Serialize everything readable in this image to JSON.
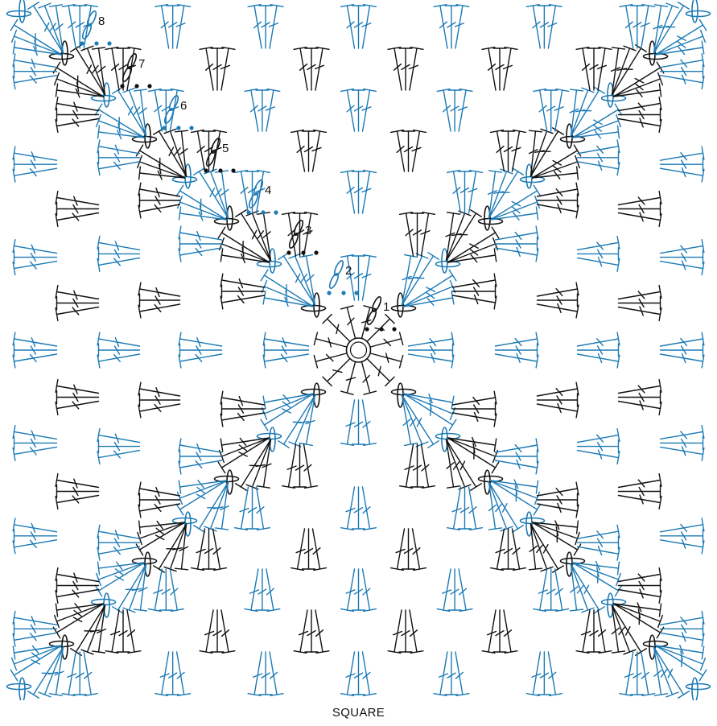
{
  "caption": "SQUARE",
  "rounds": [
    {
      "label": "1",
      "color": "#111111"
    },
    {
      "label": "2",
      "color": "#1c7ab5"
    },
    {
      "label": "3",
      "color": "#111111"
    },
    {
      "label": "4",
      "color": "#1c7ab5"
    },
    {
      "label": "5",
      "color": "#111111"
    },
    {
      "label": "6",
      "color": "#1c7ab5"
    },
    {
      "label": "7",
      "color": "#111111"
    },
    {
      "label": "8",
      "color": "#1c7ab5"
    }
  ],
  "colors": {
    "dark": "#111111",
    "blue": "#1c7ab5"
  }
}
